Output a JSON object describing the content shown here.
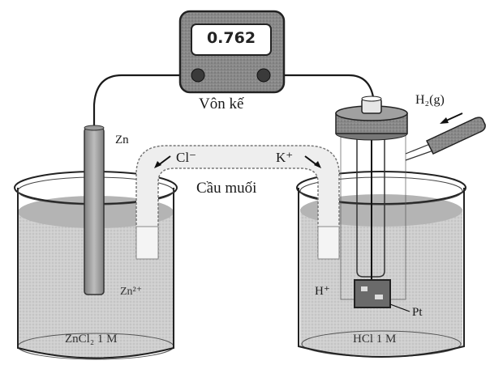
{
  "diagram": {
    "type": "galvanic-cell",
    "voltmeter": {
      "reading": "0.762",
      "label": "Vôn kế"
    },
    "salt_bridge": {
      "label": "Cầu muối",
      "anion": "Cl⁻",
      "cation": "K⁺"
    },
    "left_half_cell": {
      "electrode_label": "Zn",
      "ion_label": "Zn²⁺",
      "solution_label": "ZnCl₂ 1 M"
    },
    "right_half_cell": {
      "gas_label": "H₂(g)",
      "ion_label": "H⁺",
      "electrode_label": "Pt",
      "solution_label": "HCl 1 M"
    },
    "colors": {
      "line": "#1a1a1a",
      "solution": "#c8c8c8",
      "electrode": "#9a9a9a",
      "meter_body": "#6e6e6e"
    }
  }
}
